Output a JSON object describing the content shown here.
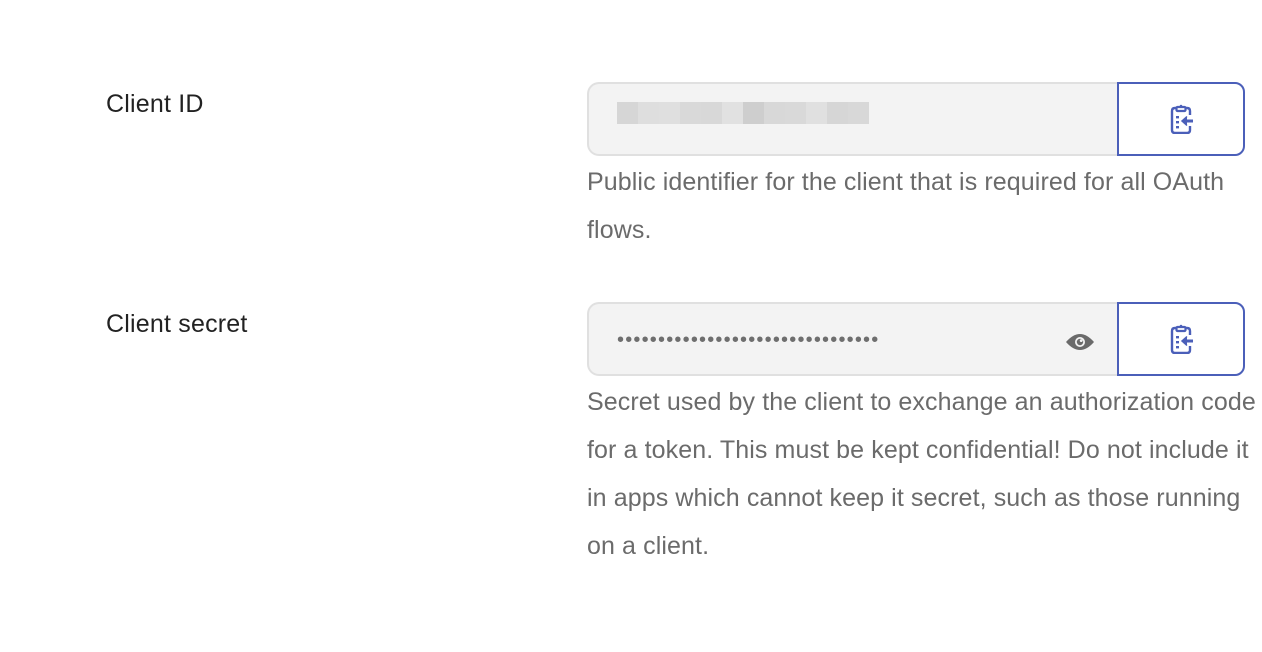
{
  "client_id": {
    "label": "Client ID",
    "value_display": "obscured",
    "value_blocks": [
      "#d6d6d6",
      "#dedede",
      "#dfdfdf",
      "#d9d9d9",
      "#d8d8d8",
      "#e1e1e1",
      "#cecece",
      "#d8d8d8",
      "#d9d9d9",
      "#e0e0e0",
      "#d6d6d6",
      "#d8d8d8"
    ],
    "copy_button_icon": "clipboard-paste-icon",
    "help_text": "Public identifier for the client that is required for all OAuth flows."
  },
  "client_secret": {
    "label": "Client secret",
    "masked_value": "••••••••••••••••••••••••••••••••",
    "reveal_icon": "eye-icon",
    "copy_button_icon": "clipboard-paste-icon",
    "help_text": "Secret used by the client to exchange an authorization code for a token. This must be kept confidential! Do not include it in apps which cannot keep it secret, such as those running on a client."
  },
  "colors": {
    "accent": "#4b5fb9",
    "input_bg": "#f3f3f3",
    "label_text": "#222222",
    "help_text": "#6b6b6b"
  }
}
